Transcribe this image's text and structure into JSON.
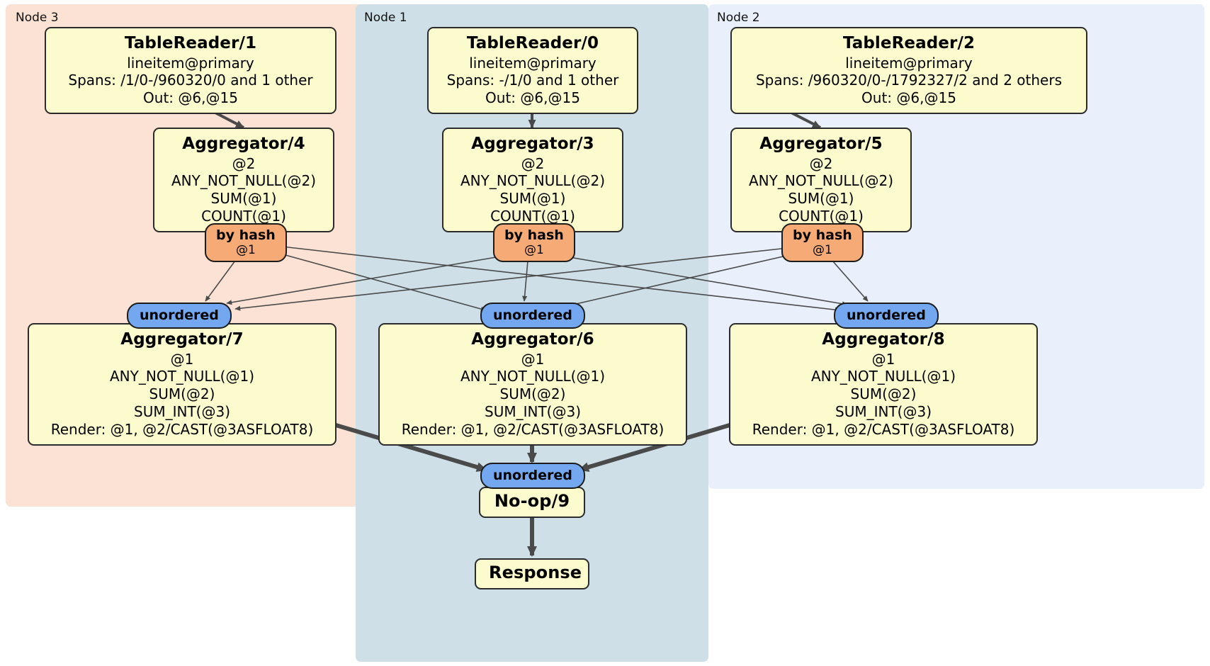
{
  "diagram": {
    "type": "distributed-query-plan",
    "colors": {
      "node3_panel": "#fbe2d5",
      "node1_panel": "#cfdfe8",
      "node2_panel": "#eaf0fb",
      "processor_box": "#fbfbcd",
      "processor_border": "#2b2b2b",
      "hash_router": "#f6ab77",
      "synchronizer": "#73a7f0",
      "edge": "#4a4a4a",
      "thick_edge": "#4a4a4a"
    }
  },
  "nodes": [
    {
      "id": "node3",
      "label": "Node 3"
    },
    {
      "id": "node1",
      "label": "Node 1"
    },
    {
      "id": "node2",
      "label": "Node 2"
    }
  ],
  "processors": {
    "table_reader_1": {
      "title": "TableReader/1",
      "details": [
        "lineitem@primary",
        "Spans: /1/0-/960320/0 and 1 other",
        "Out: @6,@15"
      ]
    },
    "table_reader_0": {
      "title": "TableReader/0",
      "details": [
        "lineitem@primary",
        "Spans: -/1/0 and 1 other",
        "Out: @6,@15"
      ]
    },
    "table_reader_2": {
      "title": "TableReader/2",
      "details": [
        "lineitem@primary",
        "Spans: /960320/0-/1792327/2 and 2 others",
        "Out: @6,@15"
      ]
    },
    "aggregator_4": {
      "title": "Aggregator/4",
      "details": [
        "@2",
        "ANY_NOT_NULL(@2)",
        "SUM(@1)",
        "COUNT(@1)"
      ]
    },
    "aggregator_3": {
      "title": "Aggregator/3",
      "details": [
        "@2",
        "ANY_NOT_NULL(@2)",
        "SUM(@1)",
        "COUNT(@1)"
      ]
    },
    "aggregator_5": {
      "title": "Aggregator/5",
      "details": [
        "@2",
        "ANY_NOT_NULL(@2)",
        "SUM(@1)",
        "COUNT(@1)"
      ]
    },
    "aggregator_7": {
      "title": "Aggregator/7",
      "details": [
        "@1",
        "ANY_NOT_NULL(@1)",
        "SUM(@2)",
        "SUM_INT(@3)",
        "Render: @1, @2/CAST(@3ASFLOAT8)"
      ]
    },
    "aggregator_6": {
      "title": "Aggregator/6",
      "details": [
        "@1",
        "ANY_NOT_NULL(@1)",
        "SUM(@2)",
        "SUM_INT(@3)",
        "Render: @1, @2/CAST(@3ASFLOAT8)"
      ]
    },
    "aggregator_8": {
      "title": "Aggregator/8",
      "details": [
        "@1",
        "ANY_NOT_NULL(@1)",
        "SUM(@2)",
        "SUM_INT(@3)",
        "Render: @1, @2/CAST(@3ASFLOAT8)"
      ]
    },
    "noop_9": {
      "title": "No-op/9"
    },
    "response": {
      "title": "Response"
    }
  },
  "routers": {
    "hash_left": {
      "title": "by hash",
      "subtitle": "@1"
    },
    "hash_mid": {
      "title": "by hash",
      "subtitle": "@1"
    },
    "hash_right": {
      "title": "by hash",
      "subtitle": "@1"
    }
  },
  "synchronizers": {
    "sync_left": {
      "title": "unordered"
    },
    "sync_mid": {
      "title": "unordered"
    },
    "sync_right": {
      "title": "unordered"
    },
    "sync_final": {
      "title": "unordered"
    }
  }
}
